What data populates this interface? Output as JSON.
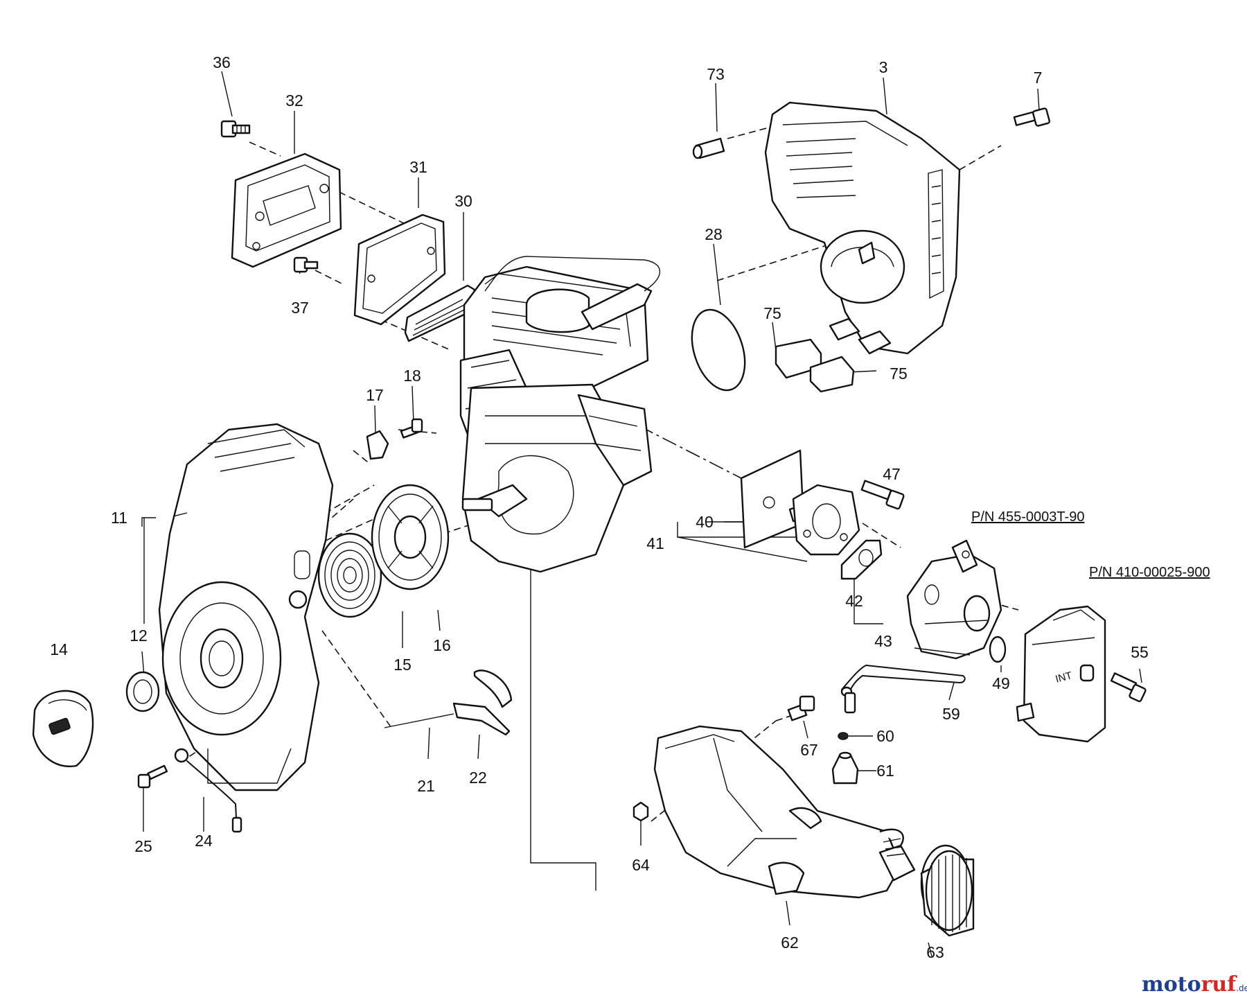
{
  "part_labels": {
    "p3": "3",
    "p7": "7",
    "p11": "11",
    "p12": "12",
    "p14": "14",
    "p15": "15",
    "p16": "16",
    "p17": "17",
    "p18": "18",
    "p21": "21",
    "p22": "22",
    "p24": "24",
    "p25": "25",
    "p28": "28",
    "p30": "30",
    "p31": "31",
    "p32": "32",
    "p36": "36",
    "p37": "37",
    "p40": "40",
    "p41": "41",
    "p42": "42",
    "p43": "43",
    "p47": "47",
    "p49": "49",
    "p55": "55",
    "p59": "59",
    "p60": "60",
    "p61": "61",
    "p62": "62",
    "p63": "63",
    "p64": "64",
    "p67": "67",
    "p73": "73",
    "p75a": "75",
    "p75b": "75"
  },
  "part_numbers": {
    "carburetor": "P/N 455-0003T-90",
    "air_cleaner": "P/N 410-00025-900"
  },
  "air_cleaner_marking": "INT",
  "watermark": {
    "part1": "moto",
    "part2": "ruf",
    "suffix": ".de"
  },
  "colors": {
    "line": "#111111",
    "background": "#ffffff",
    "watermark_blue": "#1d3f8f",
    "watermark_red": "#d8251e"
  }
}
